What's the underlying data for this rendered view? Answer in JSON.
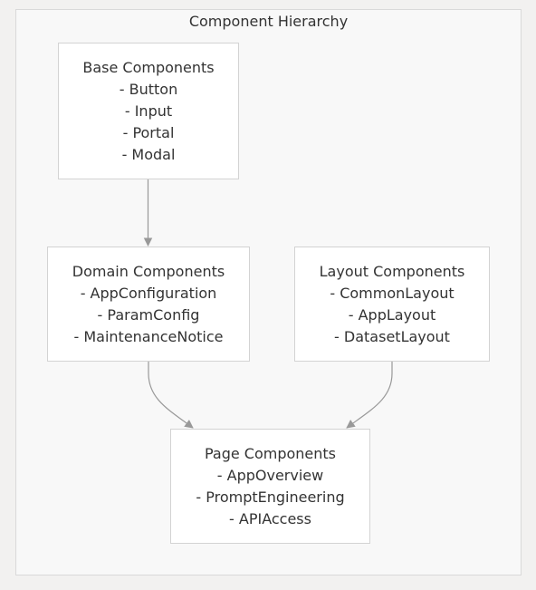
{
  "diagram": {
    "title": "Component Hierarchy",
    "nodes": {
      "base": {
        "title": "Base Components",
        "items": [
          "- Button",
          "- Input",
          "- Portal",
          "- Modal"
        ]
      },
      "domain": {
        "title": "Domain Components",
        "items": [
          "- AppConfiguration",
          "- ParamConfig",
          "- MaintenanceNotice"
        ]
      },
      "layout": {
        "title": "Layout Components",
        "items": [
          "- CommonLayout",
          "- AppLayout",
          "- DatasetLayout"
        ]
      },
      "page": {
        "title": "Page Components",
        "items": [
          "- AppOverview",
          "- PromptEngineering",
          "- APIAccess"
        ]
      }
    },
    "edges": [
      {
        "from": "base",
        "to": "domain"
      },
      {
        "from": "domain",
        "to": "page"
      },
      {
        "from": "layout",
        "to": "page"
      }
    ],
    "colors": {
      "background": "#f2f1f0",
      "cluster_fill": "#f8f8f8",
      "cluster_border": "#d9d9d9",
      "node_fill": "#ffffff",
      "node_border": "#d3d3d3",
      "edge": "#999999",
      "text": "#333333"
    }
  }
}
